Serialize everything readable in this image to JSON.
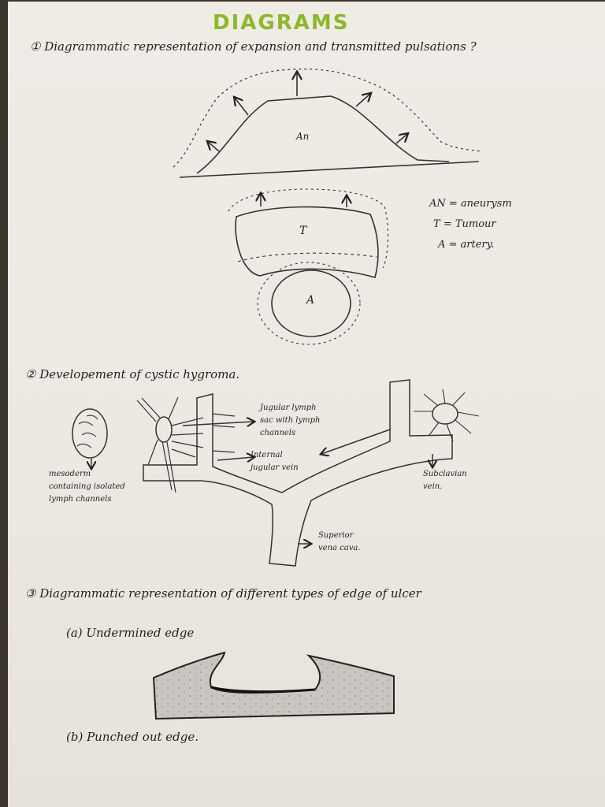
{
  "title": "DIAGRAMS",
  "sections": [
    {
      "heading": "① Diagrammatic representation of expansion and transmitted pulsations ?",
      "labels": {
        "aneurysm": "An",
        "tumour": "T",
        "artery": "A"
      },
      "legend": [
        "AN = aneurysm",
        "T = Tumour",
        "A = artery."
      ]
    },
    {
      "heading": "② Developement of cystic hygroma.",
      "labels": {
        "mesoderm": "mesoderm\ncontaining isolated\nlymph channels",
        "jugular_sac": "Jugular lymph\nsac with lymph\nchannels",
        "internal_jugular": "Internal\njugular vein",
        "subclavian": "Subclavian\nvein.",
        "superior_vena_cava": "Superior\nvena cava."
      }
    },
    {
      "heading": "③ Diagrammatic representation of different types of edge of ulcer",
      "items": [
        "(a) Undermined edge",
        "(b) Punched out edge."
      ]
    }
  ],
  "colors": {
    "title": "#8db82a",
    "ink": "#222222",
    "paper": "#ece9e2",
    "background": "#3b352b"
  }
}
